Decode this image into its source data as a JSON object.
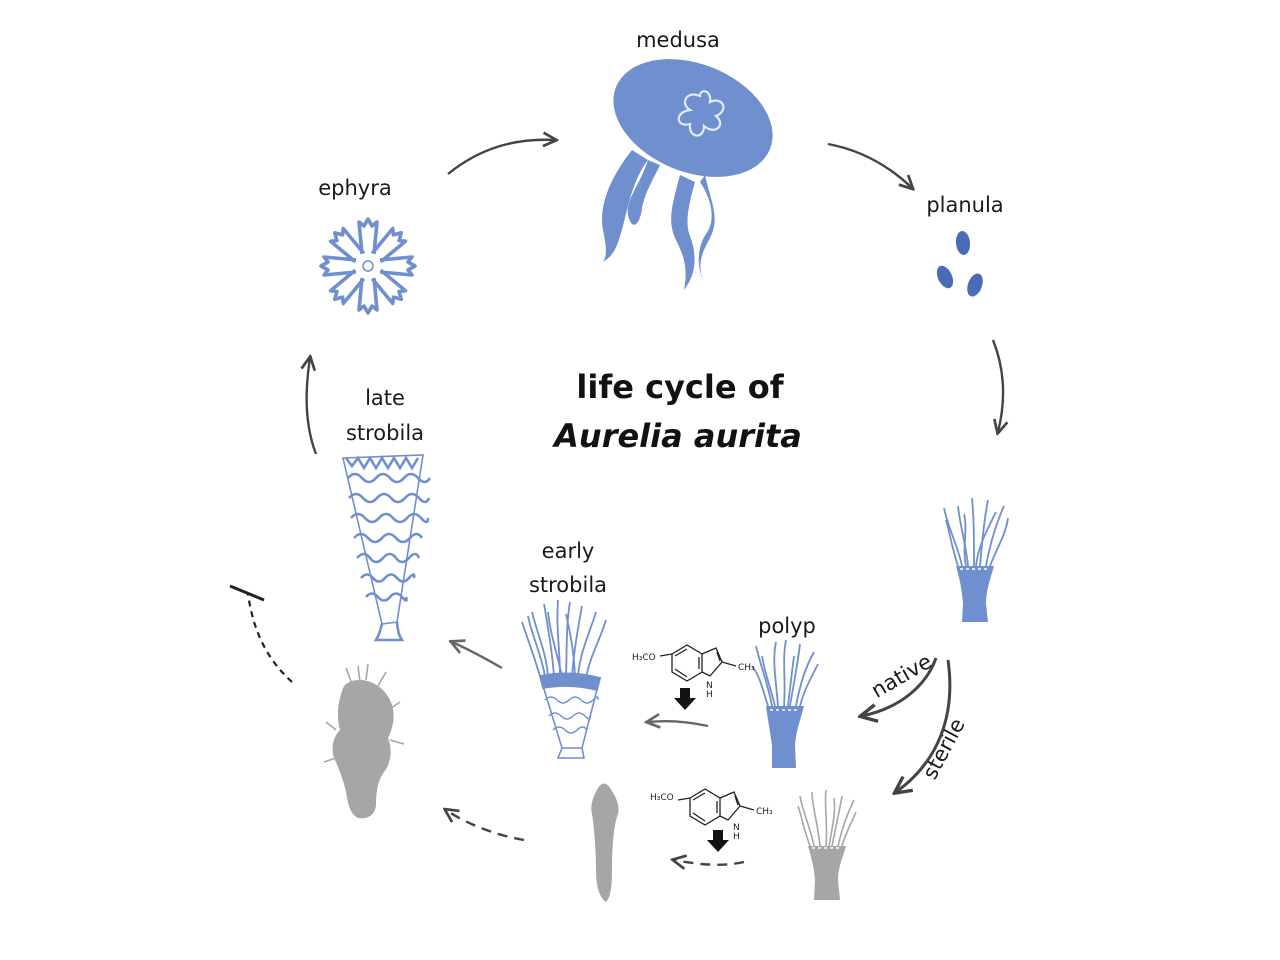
{
  "title": {
    "line1": "life cycle of",
    "line2": "Aurelia aurita"
  },
  "labels": {
    "medusa": "medusa",
    "planula": "planula",
    "ephyra": "ephyra",
    "late_strobila_1": "late",
    "late_strobila_2": "strobila",
    "early_strobila_1": "early",
    "early_strobila_2": "strobila",
    "polyp": "polyp",
    "native": "native",
    "sterile": "sterile"
  },
  "molecule": {
    "methoxy": "H₃CO",
    "methyl": "CH₃",
    "nh": "N",
    "h": "H"
  },
  "colors": {
    "blue": "#6f8fcf",
    "blue_dark": "#4a6bb5",
    "grey": "#a6a6a6",
    "arrow": "#444444"
  }
}
